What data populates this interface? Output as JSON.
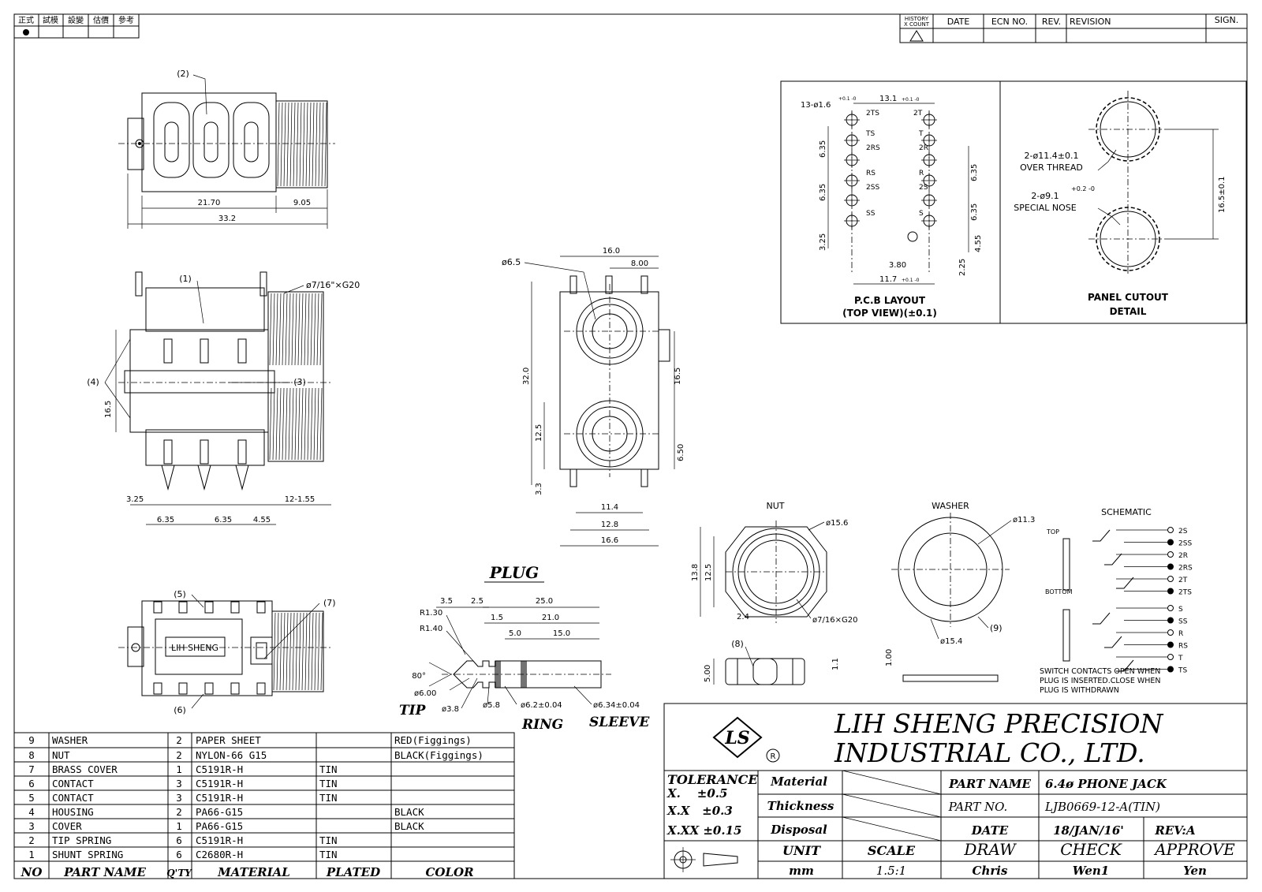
{
  "corner_tags": [
    "正式",
    "試模",
    "設變",
    "估價",
    "參考"
  ],
  "revision_header": {
    "history": "HISTORY",
    "xcount": "X COUNT",
    "date": "DATE",
    "ecn": "ECN NO.",
    "rev": "REV.",
    "revision": "REVISION",
    "sign": "SIGN."
  },
  "top_view": {
    "callout": "(2)",
    "dim1": "21.70",
    "dim2": "9.05",
    "dim3": "33.2"
  },
  "side_view": {
    "c1": "(1)",
    "c3": "(3)",
    "c4": "(4)",
    "thread": "ø7/16\"×G20",
    "h": "16.5",
    "d1": "3.25",
    "d2": "6.35",
    "d3": "6.35",
    "d4": "4.55",
    "d5": "12-1.55"
  },
  "front_view": {
    "hole": "ø6.5",
    "w1": "16.0",
    "w2": "8.00",
    "h1": "32.0",
    "h2": "16.5",
    "h3": "12.5",
    "h4": "6.50",
    "h5": "3.3",
    "b1": "11.4",
    "b2": "12.8",
    "b3": "16.6"
  },
  "bottom_view": {
    "c5": "(5)",
    "c6": "(6)",
    "c7": "(7)",
    "label": "LIH SHENG"
  },
  "pcb_layout": {
    "holes": "13-ø1.6",
    "holes_tol": "+0.1 -0",
    "top": "13.1",
    "top_tol": "+0.1 -0",
    "bot": "11.7",
    "bot_tol": "+0.1 -0",
    "pins": [
      "2TS",
      "2T",
      "TS",
      "T",
      "2RS",
      "2R",
      "RS",
      "R",
      "2SS",
      "2S",
      "SS",
      "S"
    ],
    "l1": "6.35",
    "l2": "6.35",
    "l3": "3.25",
    "r1": "6.35",
    "r2": "6.35",
    "r3": "4.55",
    "r4": "2.25",
    "w": "3.80",
    "title1": "P.C.B LAYOUT",
    "title2": "(TOP VIEW)(±0.1)"
  },
  "panel_cutout": {
    "d1": "2-ø11.4±0.1",
    "d1b": "OVER THREAD",
    "d2": "2-ø9.1",
    "d2tol": "+0.2 -0",
    "d2b": "SPECIAL NOSE",
    "h": "16.5±0.1",
    "title1": "PANEL CUTOUT",
    "title2": "DETAIL"
  },
  "plug": {
    "title": "PLUG",
    "d1": "3.5",
    "d2": "2.5",
    "d3": "25.0",
    "d4": "1.5",
    "d5": "21.0",
    "d6": "5.0",
    "d7": "15.0",
    "r1": "R1.30",
    "r2": "R1.40",
    "ang": "80°",
    "dia1": "ø6.00",
    "dia2": "ø3.8",
    "dia3": "ø5.8",
    "dia4": "ø6.2±0.04",
    "dia5": "ø6.34±0.04",
    "tip": "TIP",
    "ring": "RING",
    "sleeve": "SLEEVE"
  },
  "nut": {
    "title": "NUT",
    "d1": "ø15.6",
    "d2": "ø7/16×G20",
    "h1": "13.8",
    "h2": "12.5",
    "w": "2.4",
    "c8": "(8)",
    "t": "5.00",
    "t2": "1.1"
  },
  "washer": {
    "title": "WASHER",
    "d1": "ø11.3",
    "d2": "ø15.4",
    "c9": "(9)",
    "t": "1.00"
  },
  "schematic": {
    "title": "SCHEMATIC",
    "top": "TOP",
    "bottom": "BOTTOM",
    "pins": [
      "2S",
      "2SS",
      "2R",
      "2RS",
      "2T",
      "2TS",
      "S",
      "SS",
      "R",
      "RS",
      "T",
      "TS"
    ],
    "note": [
      "SWITCH CONTACTS OPEN WHEN",
      "PLUG IS INSERTED.CLOSE WHEN",
      "PLUG IS WITHDRAWN"
    ]
  },
  "bom": {
    "headers": [
      "NO",
      "PART NAME",
      "Q'TY",
      "MATERIAL",
      "PLATED",
      "COLOR"
    ],
    "rows": [
      [
        "9",
        "WASHER",
        "2",
        "PAPER SHEET",
        "",
        "RED(Figgings)"
      ],
      [
        "8",
        "NUT",
        "2",
        "NYLON-66 G15",
        "",
        "BLACK(Figgings)"
      ],
      [
        "7",
        "BRASS COVER",
        "1",
        "C5191R-H",
        "TIN",
        ""
      ],
      [
        "6",
        "CONTACT",
        "3",
        "C5191R-H",
        "TIN",
        ""
      ],
      [
        "5",
        "CONTACT",
        "3",
        "C5191R-H",
        "TIN",
        ""
      ],
      [
        "4",
        "HOUSING",
        "2",
        "PA66-G15",
        "",
        "BLACK"
      ],
      [
        "3",
        "COVER",
        "1",
        "PA66-G15",
        "",
        "BLACK"
      ],
      [
        "2",
        "TIP SPRING",
        "6",
        "C5191R-H",
        "TIN",
        ""
      ],
      [
        "1",
        "SHUNT SPRING",
        "6",
        "C2680R-H",
        "TIN",
        ""
      ]
    ]
  },
  "title_block": {
    "logo": "LS",
    "reg": "R",
    "company1": "LIH SHENG PRECISION",
    "company2": "INDUSTRIAL CO., LTD.",
    "tolerance": "TOLERANCE",
    "tol1": "X.    ±0.5",
    "tol2": "X.X   ±0.3",
    "tol3": "X.XX ±0.15",
    "material": "Material",
    "thickness": "Thickness",
    "disposal": "Disposal",
    "part_name_lbl": "PART NAME",
    "part_name": "6.4ø PHONE JACK",
    "part_no_lbl": "PART NO.",
    "part_no": "LJB0669-12-A(TIN)",
    "date_lbl": "DATE",
    "date": "18/JAN/16'",
    "rev": "REV:A",
    "unit_lbl": "UNIT",
    "scale_lbl": "SCALE",
    "draw_lbl": "DRAW",
    "check_lbl": "CHECK",
    "approve_lbl": "APPROVE",
    "unit": "mm",
    "scale": "1.5:1",
    "draw": "Chris",
    "check": "Wen1",
    "approve": "Yen"
  }
}
